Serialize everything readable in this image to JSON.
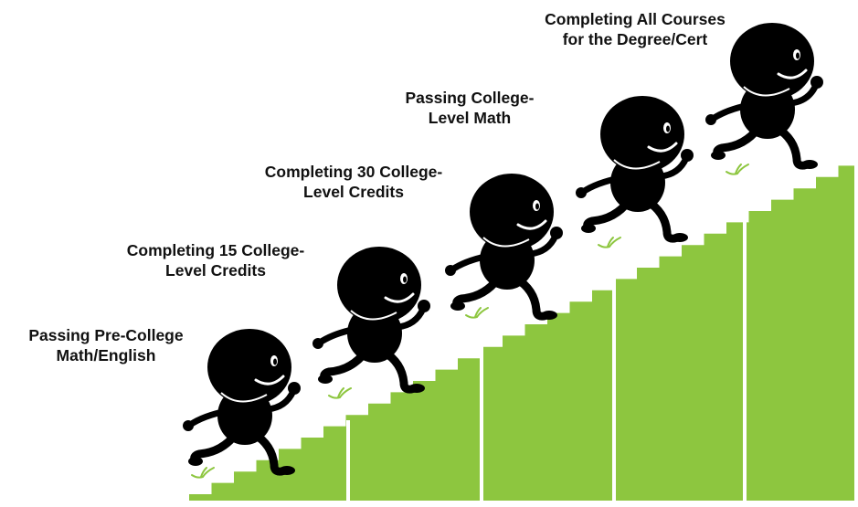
{
  "colors": {
    "stairs": "#8dc63f",
    "figure": "#000000",
    "grass": "#8dc63f"
  },
  "steps": [
    {
      "line1": "Passing Pre-College",
      "line2": "Math/English"
    },
    {
      "line1": "Completing 15 College-",
      "line2": "Level Credits"
    },
    {
      "line1": "Completing 30 College-",
      "line2": "Level Credits"
    },
    {
      "line1": "Passing College-",
      "line2": "Level Math"
    },
    {
      "line1": "Completing All Courses",
      "line2": "for the Degree/Cert"
    }
  ],
  "icons": [
    "staircase-icon",
    "running-figure-icon",
    "grass-tuft-icon"
  ]
}
